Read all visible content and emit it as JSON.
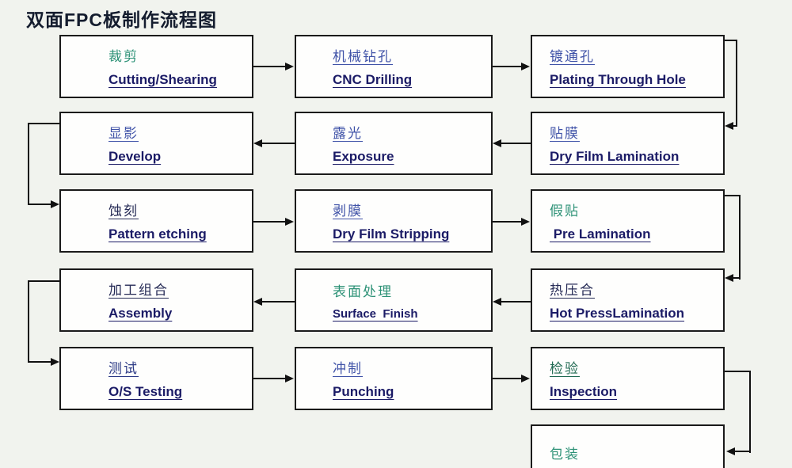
{
  "title": "双面FPC板制作流程图",
  "colors": {
    "background": "#f1f3ee",
    "box_border": "#1a1a1a",
    "arrow": "#111111",
    "english": "#1b1b66",
    "title": "#141c2e",
    "cn_green": "#2e9277",
    "cn_blue": "#4053a8",
    "cn_dark_navy": "#262b56",
    "cn_dark_green": "#206a52"
  },
  "boxes": [
    {
      "cn": "裁剪",
      "en": "Cutting/Shearing",
      "cn_color": "#2e9277"
    },
    {
      "cn": "机械钻孔",
      "en": "CNC Drilling",
      "cn_color": "#4053a8"
    },
    {
      "cn": "镀通孔",
      "en": "Plating Through Hole",
      "cn_color": "#4053a8"
    },
    {
      "cn": "显影",
      "en": "Develop",
      "cn_color": "#4053a8"
    },
    {
      "cn": "露光",
      "en": "Exposure",
      "cn_color": "#4053a8"
    },
    {
      "cn": "贴膜",
      "en": "Dry Film Lamination",
      "cn_color": "#4053a8"
    },
    {
      "cn": "蚀刻",
      "en": "Pattern etching",
      "cn_color": "#262b56"
    },
    {
      "cn": "剥膜",
      "en": "Dry Film Stripping",
      "cn_color": "#4053a8"
    },
    {
      "cn": "假贴",
      "en": " Pre Lamination",
      "cn_color": "#2e9277"
    },
    {
      "cn": "加工组合",
      "en": "Assembly",
      "cn_color": "#262b56"
    },
    {
      "cn": "表面处理",
      "en": "Surface  Finish",
      "cn_color": "#2e9277"
    },
    {
      "cn": "热压合",
      "en": "Hot PressLamination",
      "cn_color": "#262b56"
    },
    {
      "cn": "测试",
      "en": "O/S Testing",
      "cn_color": "#2c3a85"
    },
    {
      "cn": "冲制",
      "en": "Punching",
      "cn_color": "#4053a8"
    },
    {
      "cn": "检验",
      "en": "Inspection",
      "cn_color": "#206a52"
    },
    {
      "cn": "包装",
      "en": "",
      "cn_color": "#2e9277"
    }
  ]
}
